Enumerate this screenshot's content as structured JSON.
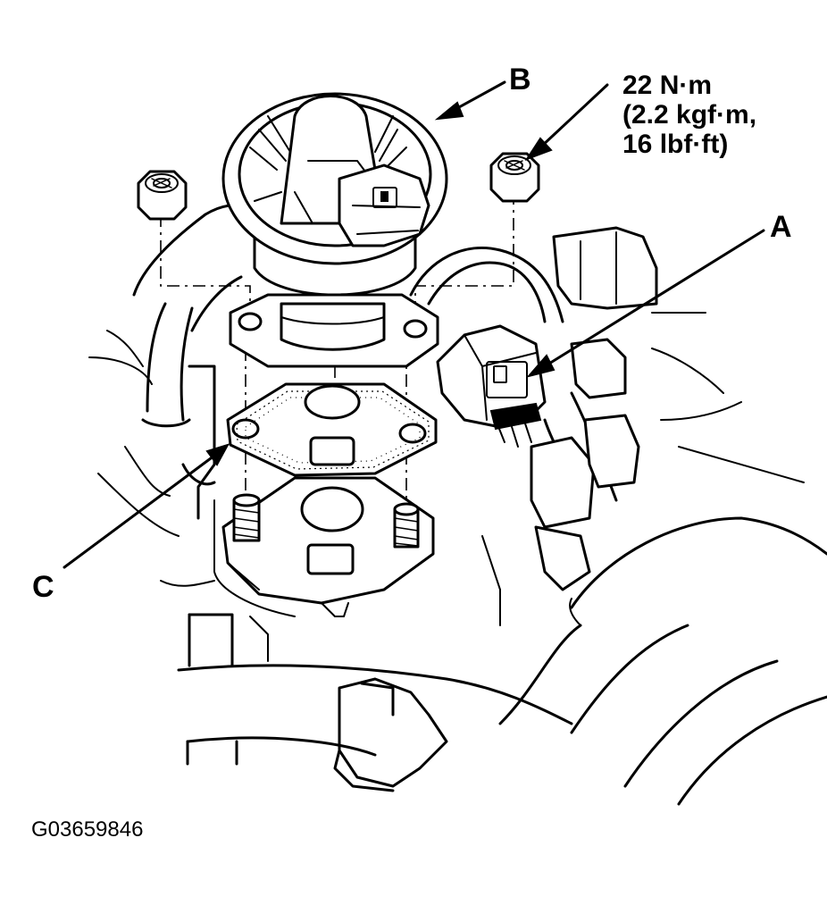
{
  "callouts": {
    "a": "A",
    "b": "B",
    "c": "C"
  },
  "torque_spec": {
    "line1": "22 N·m",
    "line2": "(2.2 kgf·m,",
    "line3": "16 lbf·ft)"
  },
  "figure_id": "G03659846",
  "colors": {
    "ink": "#000000",
    "paper": "#ffffff"
  }
}
